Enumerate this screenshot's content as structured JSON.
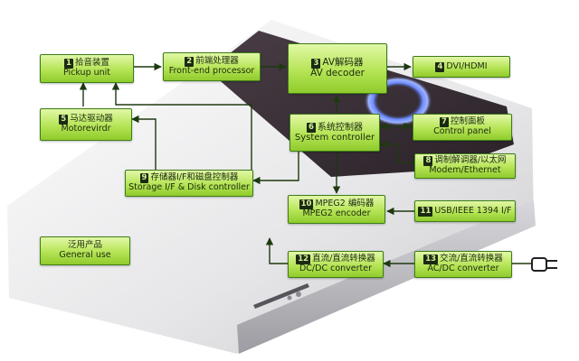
{
  "nodes": {
    "n1": {
      "num": "1",
      "zh": "拾音装置",
      "en": "Pickup unit"
    },
    "n2": {
      "num": "2",
      "zh": "前端处理器",
      "en": "Front-end  processor"
    },
    "n3": {
      "num": "3",
      "zh": "AV解码器",
      "en": "AV decoder"
    },
    "n4": {
      "num": "4",
      "zh": "DVI/HDMI",
      "en": ""
    },
    "n5": {
      "num": "5",
      "zh": "马达驱动器",
      "en": "Motorevirdr"
    },
    "n6": {
      "num": "6",
      "zh": "系统控制器",
      "en": "System  controller"
    },
    "n7": {
      "num": "7",
      "zh": "控制面板",
      "en": "Control panel"
    },
    "n8": {
      "num": "8",
      "zh": "调制解调器/以太网",
      "en": "Modem/Ethernet"
    },
    "n9": {
      "num": "9",
      "zh": "存储器I/F和磁盘控制器",
      "en": "Storage I/F & Disk controller"
    },
    "n10": {
      "num": "10",
      "zh": "MPEG2 编码器",
      "en": "MPEG2 encoder"
    },
    "n11": {
      "num": "11",
      "zh": "USB/IEEE 1394 I/F",
      "en": ""
    },
    "n12": {
      "num": "12",
      "zh": "直流/直流转换器",
      "en": "DC/DC converter"
    },
    "n13": {
      "num": "13",
      "zh": "交流/直流转换器",
      "en": "AC/DC converter"
    },
    "general": {
      "zh": "泛用产品",
      "en": "General use"
    }
  },
  "colors": {
    "box_top": "#e2f8a7",
    "box_bottom": "#8fcb2c",
    "box_border": "#3d7d18",
    "number_badge": "#1b2a12",
    "arrow": "#1e3a10",
    "device_dark": "#3a3038",
    "device_ring": "#5a7cff"
  },
  "icons": {
    "power": "power-plug-icon"
  }
}
